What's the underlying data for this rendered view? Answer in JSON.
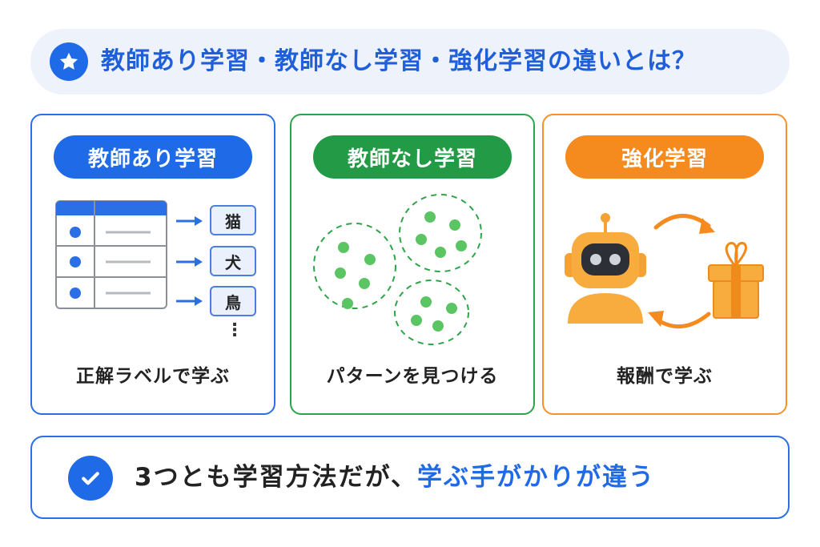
{
  "header": {
    "icon": "star-icon",
    "title": "教師あり学習・教師なし学習・強化学習の違いとは？"
  },
  "panels": {
    "supervised": {
      "title": "教師あり学習",
      "labels": [
        "猫",
        "犬",
        "鳥"
      ],
      "more": "⋮",
      "caption": "正解ラベルで学ぶ",
      "color": "#1f6ae6"
    },
    "unsupervised": {
      "title": "教師なし学習",
      "caption": "パターンを見つける",
      "color": "#239b46"
    },
    "reinforcement": {
      "title": "強化学習",
      "caption": "報酬で学ぶ",
      "color": "#f58a1f",
      "icons": [
        "robot-icon",
        "gift-icon",
        "cycle-arrow-icon"
      ]
    }
  },
  "footer": {
    "icon": "check-icon",
    "text_plain": "3つとも学習方法だが、",
    "text_accent": "学ぶ手がかりが違う"
  }
}
